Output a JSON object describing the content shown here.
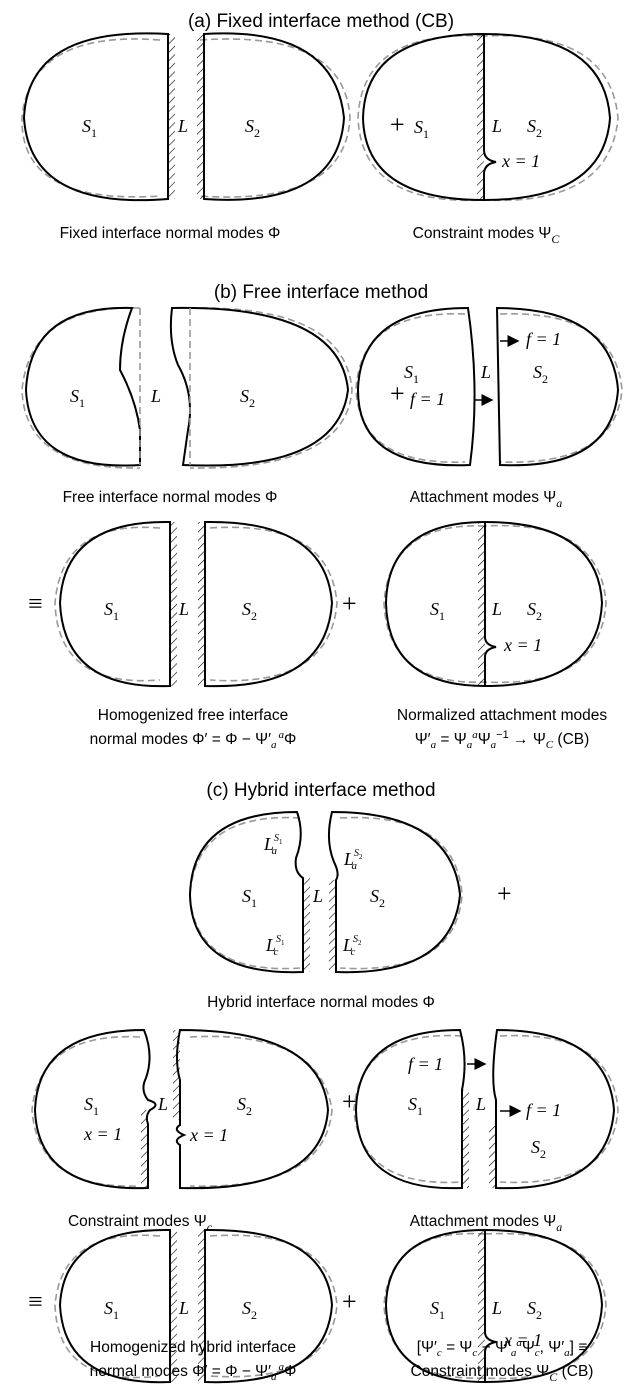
{
  "sections": {
    "a": {
      "title": "(a) Fixed interface method (CB)",
      "captions": [
        "Fixed interface normal modes Φ",
        "Constraint modes Ψ",
        "C"
      ],
      "labels": {
        "s1": "S",
        "s2": "S",
        "sub1": "1",
        "sub2": "2",
        "L": "L",
        "x1": "x = 1"
      }
    },
    "b": {
      "title": "(b) Free interface method",
      "captions": [
        "Free interface normal modes Φ",
        "Attachment modes Ψ",
        "a"
      ],
      "f_label": "f = 1",
      "row2_captions": {
        "left_l1": "Homogenized free interface",
        "left_l2": "normal modes Φ′ = Φ − Ψ′",
        "left_l2_sub": "a",
        "left_l2_sup": "a",
        "left_l2_tail": "Φ",
        "right_l1": "Normalized attachment modes",
        "right_l2": "Ψ′",
        "right_l2_sub": "a",
        "right_l2_mid": " = Ψ",
        "right_l2_sup": "a",
        "right_l2_tail": "Ψ",
        "right_l2_sup2": "−1",
        "right_l2_arrow": " → Ψ",
        "right_l2_c": "C",
        "right_l2_cb": " (CB)"
      }
    },
    "c": {
      "title": "(c) Hybrid interface method",
      "hybrid_caption": "Hybrid interface normal modes Φ",
      "labels": {
        "La": "L",
        "Lc": "L",
        "a": "a",
        "c": "c",
        "S1": "S",
        "S2": "S",
        "one": "1",
        "two": "2"
      },
      "row2_captions": [
        "Constraint modes Ψ",
        "c",
        "Attachment modes Ψ",
        "a"
      ],
      "row3": {
        "left_l1": "Homogenized hybrid interface",
        "left_l2": "normal modes Φ′ = Φ − Ψ′",
        "left_sub": "a",
        "left_sup": "a",
        "left_tail": "Φ",
        "right_l1": "[Ψ′",
        "right_sub1": "c",
        "right_mid1": " = Ψ",
        "right_sub2": "c",
        "right_mid2": " − Ψ′",
        "right_sub3": "a",
        "right_sup3": "a",
        "right_mid3": "Ψ",
        "right_sub4": "c",
        "right_mid4": ", Ψ′",
        "right_sub5": "a",
        "right_end": "] ≡",
        "right_l2": "Constraint modes Ψ",
        "right_l2_sub": "C",
        "right_l2_tail": " (CB)"
      }
    }
  },
  "symbols": {
    "plus": "+",
    "equiv": "≡"
  }
}
